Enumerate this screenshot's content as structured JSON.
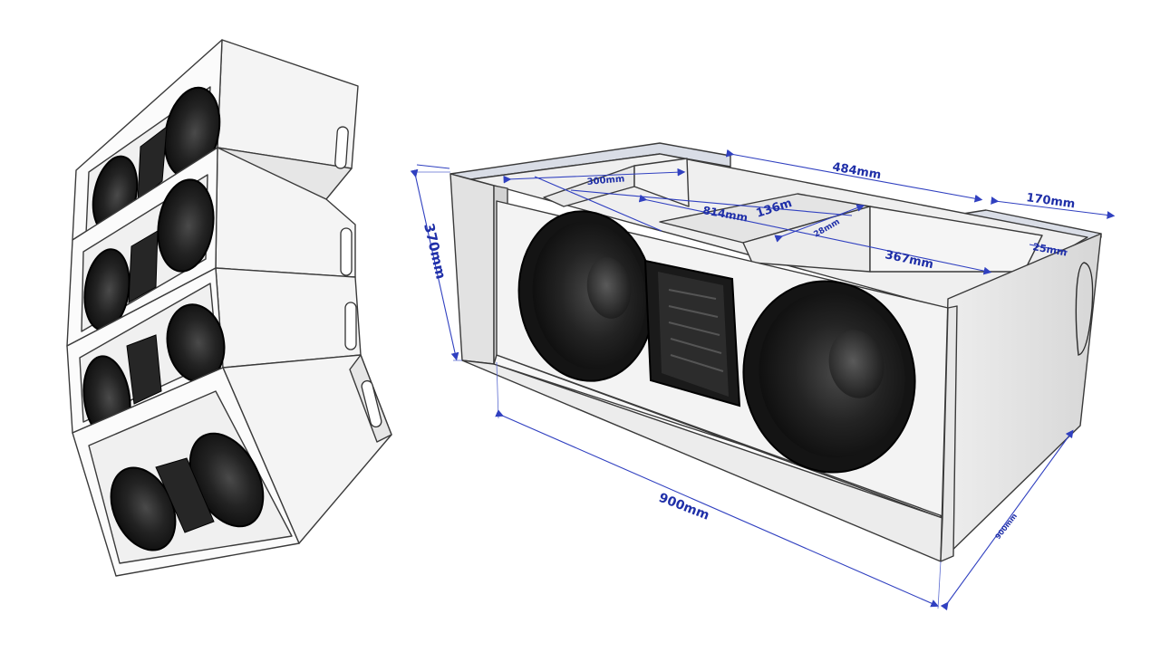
{
  "dimensions": {
    "height": "370mm",
    "width": "900mm",
    "depth_top": "484mm",
    "depth_right": "170mm",
    "inner_a": "367mm",
    "inner_b": "136m",
    "inner_c": "814mm",
    "inner_d": "25mm",
    "inner_e": "28mm",
    "inner_f": "300mm",
    "side_depth": "900mm"
  },
  "colors": {
    "dimension": "#1f2fa8",
    "panel_light": "#f7f7f7",
    "panel_mid": "#e3e3e3",
    "panel_dark": "#c9c9c9",
    "driver": "#1c1c1c",
    "wood_edge": "#d8dbe2"
  }
}
